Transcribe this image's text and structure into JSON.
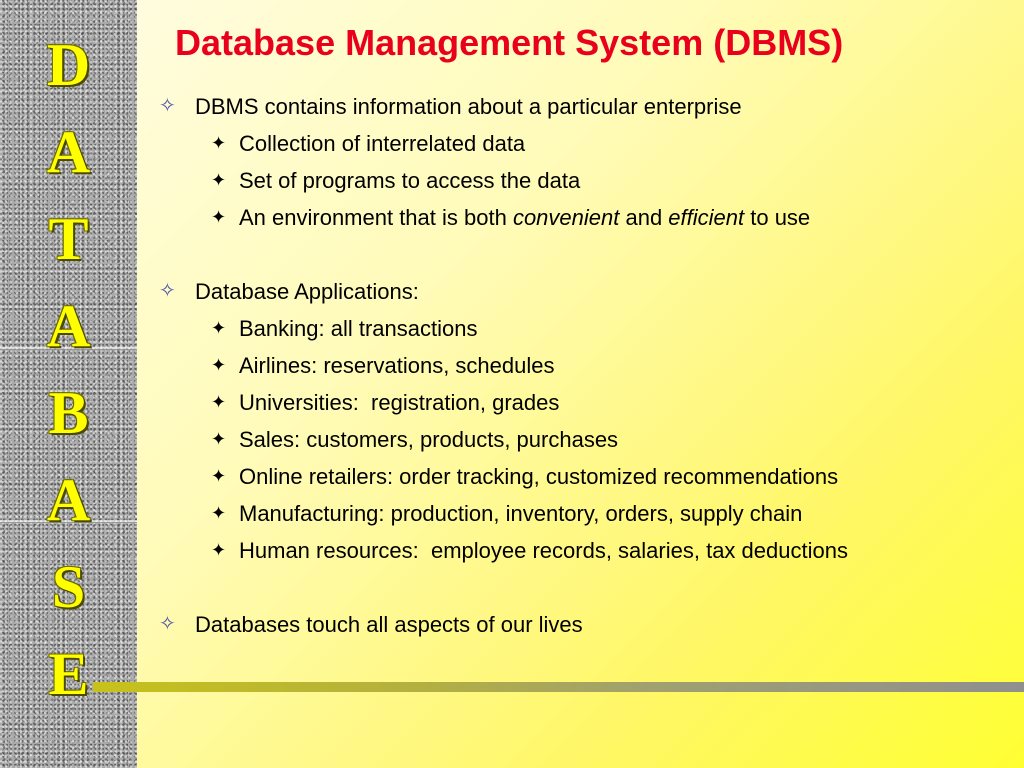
{
  "sidebar": {
    "letters": [
      "D",
      "A",
      "T",
      "A",
      "B",
      "A",
      "S",
      "E"
    ]
  },
  "slide": {
    "title": "Database Management System (DBMS)",
    "icons": {
      "level1": "diamond-sparkle-icon",
      "level2": "four-point-star-icon"
    },
    "bullets": {
      "b1": {
        "text": "DBMS contains information about a particular enterprise",
        "subs": [
          "Collection of interrelated data",
          "Set of programs to access the data"
        ],
        "env": {
          "pre": "An environment that is both ",
          "em1": "convenient",
          "mid": " and ",
          "em2": "efficient",
          "post": " to use"
        }
      },
      "b2": {
        "text": "Database Applications:",
        "subs": [
          "Banking: all transactions",
          "Airlines: reservations, schedules",
          "Universities:  registration, grades",
          "Sales: customers, products, purchases",
          "Online retailers: order tracking, customized recommendations",
          "Manufacturing: production, inventory, orders, supply chain",
          "Human resources:  employee records, salaries, tax deductions"
        ]
      },
      "b3": {
        "text": "Databases touch all aspects of our lives"
      }
    }
  },
  "colors": {
    "title": "#e8001c",
    "sidebar_letters": "#ffff00",
    "background": "#fffbb8"
  }
}
